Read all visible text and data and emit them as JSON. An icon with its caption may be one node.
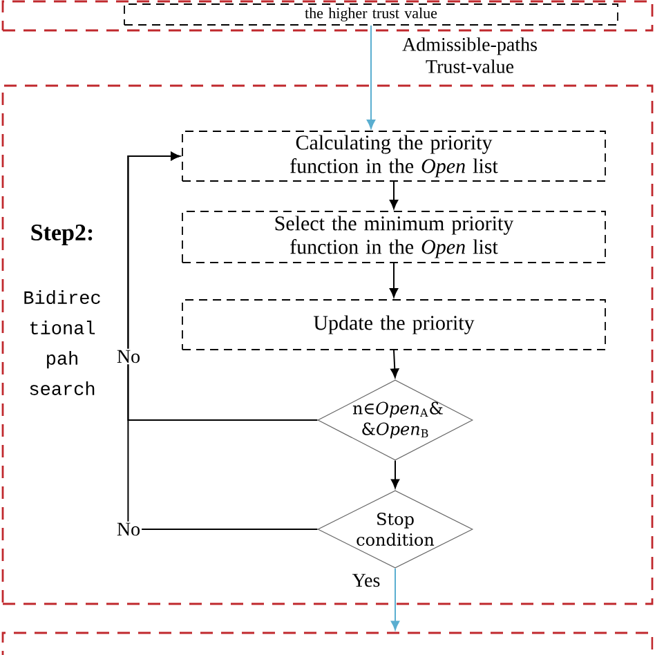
{
  "diagram": {
    "nodes": [
      {
        "text": [],
        "shape": "box"
      },
      {
        "text": [
          "the higher trust value"
        ],
        "in": 0
      },
      {
        "text": [
          "Step2:",
          "Bidirec tional pah search"
        ]
      },
      {
        "text": [
          "Calculating the priority function in the *Open* list"
        ],
        "in": 2
      },
      {
        "text": [
          "Select the minimum priority function in the *Open* list"
        ],
        "in": 2
      },
      {
        "text": [
          "Update the priority"
        ],
        "in": 2
      },
      {
        "text": [
          "n∈*Open*$_{A}$& &*Open*$_{B}$"
        ],
        "in": 2
      },
      {
        "text": [
          "Stop condition"
        ],
        "in": 2
      },
      {
        "text": [],
        "shape": "box"
      }
    ],
    "edges": [
      {
        "from": 1,
        "to": 3,
        "arrow": "to",
        "label": "Admissible-paths Trust-value",
        "color": "#5aaed0"
      },
      {
        "from": 3,
        "to": 4,
        "arrow": "to"
      },
      {
        "from": 4,
        "to": 5,
        "arrow": "to"
      },
      {
        "from": 5,
        "to": 6,
        "arrow": "to"
      },
      {
        "from": 6,
        "to": 7,
        "arrow": "to"
      },
      {
        "from": 6,
        "to": 3,
        "arrow": "to",
        "label": "No"
      },
      {
        "from": 7,
        "to": 3,
        "arrow": "to",
        "label": "No"
      },
      {
        "from": 7,
        "to": 8,
        "arrow": "to",
        "label": "Yes",
        "color": "#5aaed0"
      }
    ]
  }
}
